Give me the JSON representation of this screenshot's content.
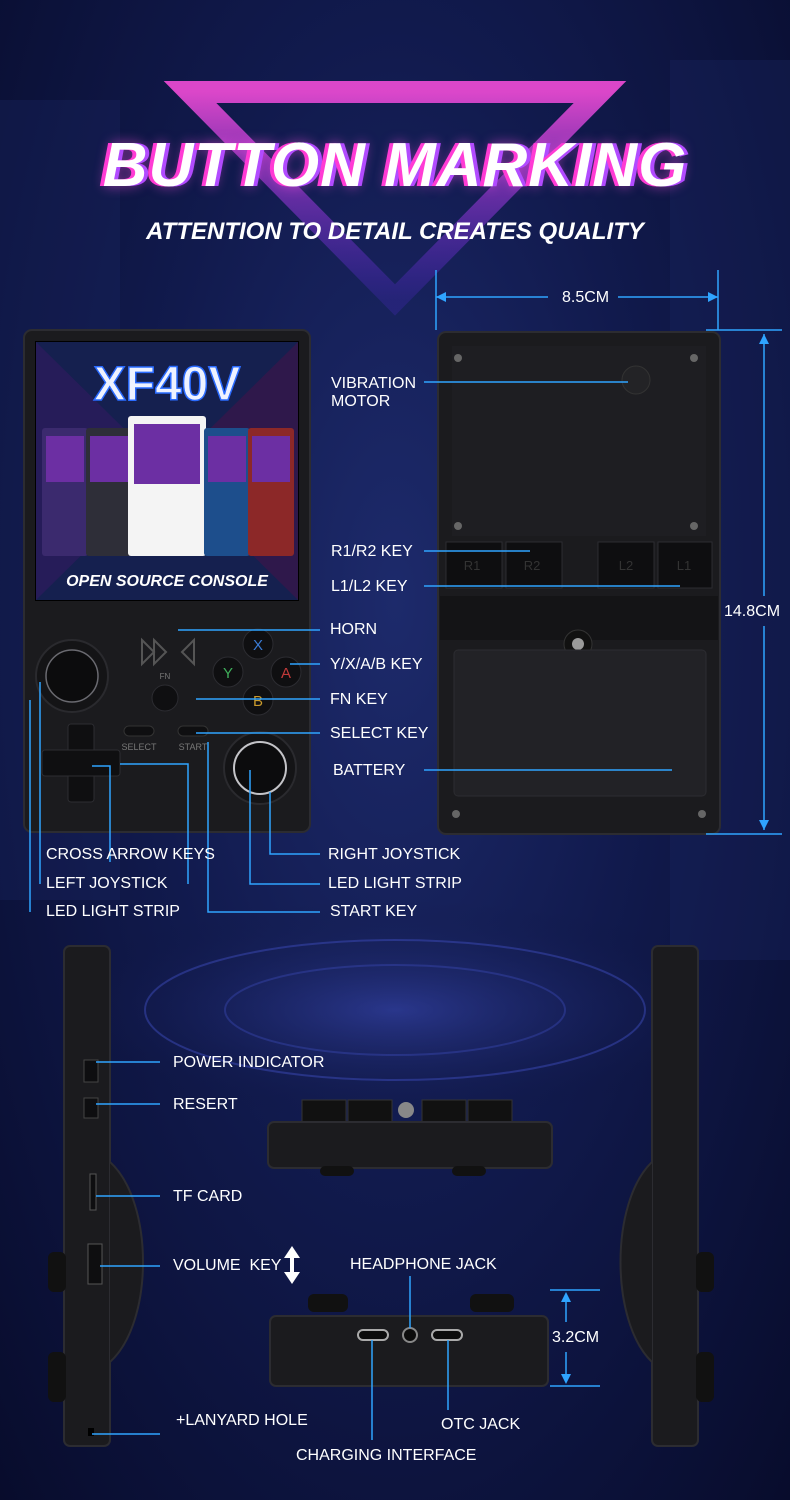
{
  "title": "BUTTON MARKING",
  "subtitle": "ATTENTION TO DETAIL CREATES QUALITY",
  "screen": {
    "model": "XF40V",
    "tagline": "OPEN SOURCE CONSOLE"
  },
  "front_labels": {
    "cross_arrow_keys": "CROSS ARROW KEYS",
    "left_joystick": "LEFT JOYSTICK",
    "led_light_strip_left": "LED LIGHT STRIP",
    "right_joystick": "RIGHT JOYSTICK",
    "led_light_strip_right": "LED LIGHT STRIP",
    "start_key": "START KEY",
    "horn": "HORN",
    "yxab_key": "Y/X/A/B KEY",
    "fn_key": "FN KEY",
    "select_key": "SELECT KEY"
  },
  "back_labels": {
    "vibration_motor": "VIBRATION\nMOTOR",
    "r1r2_key": "R1/R2 KEY",
    "l1l2_key": "L1/L2 KEY",
    "battery": "BATTERY"
  },
  "dimensions": {
    "width": "8.5CM",
    "height": "14.8CM",
    "thickness": "3.2CM"
  },
  "side_labels": {
    "power_indicator": "POWER INDICATOR",
    "resert": "RESERT",
    "tf_card": "TF CARD",
    "volume_key": "VOLUME  KEY",
    "lanyard_hole": "+LANYARD HOLE",
    "headphone_jack": "HEADPHONE JACK",
    "otc_jack": "OTC JACK",
    "charging_interface": "CHARGING INTERFACE"
  },
  "button_glyphs": {
    "x": "X",
    "y": "Y",
    "a": "A",
    "b": "B",
    "fn": "FN",
    "select": "SELECT",
    "start": "START",
    "r1": "R1",
    "r2": "R2",
    "l1": "L1",
    "l2": "L2"
  },
  "colors": {
    "accent_line": "#2fa4ff",
    "title_glow": "#ff3bd4",
    "device_body": "#1b1b1e"
  }
}
